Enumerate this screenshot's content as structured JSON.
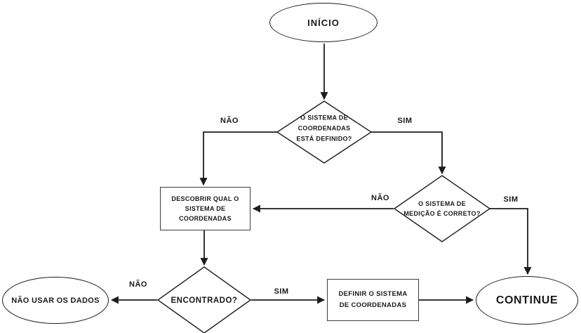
{
  "flowchart": {
    "nodes": {
      "start": {
        "label": "INÍCIO"
      },
      "decision_coordinates": {
        "lines": [
          "O SISTEMA DE",
          "COORDENADAS",
          "ESTÁ DEFINIDO?"
        ]
      },
      "process_discover": {
        "lines": [
          "DESCOBRIR QUAL O",
          "SISTEMA DE COORDENADAS"
        ]
      },
      "decision_measurement": {
        "lines": [
          "O SISTEMA DE",
          "MEDIÇÃO É CORRETO?"
        ]
      },
      "decision_found": {
        "label": "ENCONTRADO?"
      },
      "end_dont_use": {
        "label": "NÃO USAR OS DADOS"
      },
      "process_define": {
        "lines": [
          "DEFINIR O SISTEMA",
          "DE COORDENADAS"
        ]
      },
      "end_continue": {
        "label": "CONTINUE"
      }
    },
    "edge_labels": {
      "coordinates_no": "NÃO",
      "coordinates_yes": "SIM",
      "measurement_no": "NÃO",
      "measurement_yes": "SIM",
      "found_no": "NÃO",
      "found_yes": "SIM"
    },
    "colors": {
      "background": "#ffffff",
      "line": "#1c1c1c",
      "text": "#1a1a1a"
    }
  }
}
